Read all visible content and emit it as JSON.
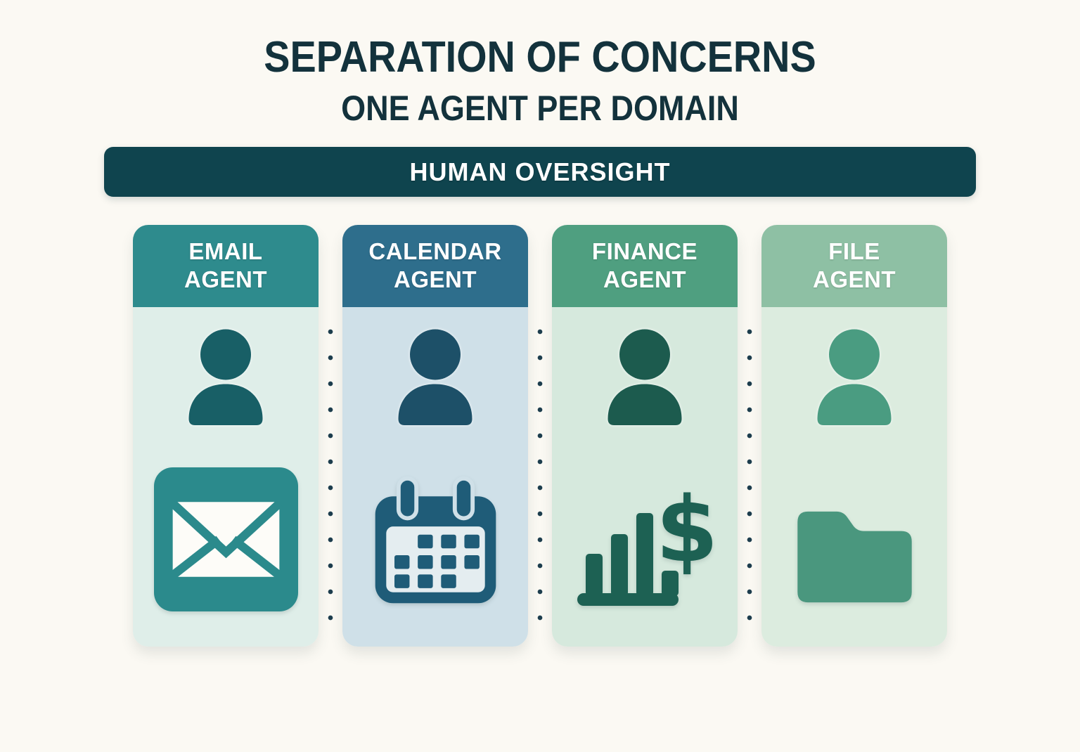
{
  "title": "SEPARATION OF CONCERNS",
  "subtitle": "ONE AGENT PER DOMAIN",
  "oversight": {
    "label": "HUMAN OVERSIGHT"
  },
  "colors": {
    "background": "#fbf9f3",
    "title_text": "#13323c",
    "oversight_bg": "#0f444e",
    "oversight_text": "#ffffff",
    "dot_separator": "#1c3d4d"
  },
  "agents": [
    {
      "label_line1": "EMAIL",
      "label_line2": "AGENT",
      "icon": "envelope-icon",
      "header_bg": "#2e8b8d",
      "body_bg": "#dfeee9",
      "person_color": "#185f66",
      "icon_color": "#2b8a8c"
    },
    {
      "label_line1": "CALENDAR",
      "label_line2": "AGENT",
      "icon": "calendar-icon",
      "header_bg": "#2e6e8c",
      "body_bg": "#cfe0e8",
      "person_color": "#1d5068",
      "icon_color": "#1f5c78"
    },
    {
      "label_line1": "FINANCE",
      "label_line2": "AGENT",
      "icon": "bar-chart-dollar-icon",
      "header_bg": "#4f9f80",
      "body_bg": "#d6e9dd",
      "person_color": "#1c5b4e",
      "icon_color": "#1d6153"
    },
    {
      "label_line1": "FILE",
      "label_line2": "AGENT",
      "icon": "folder-icon",
      "header_bg": "#8ec0a4",
      "body_bg": "#dcecdf",
      "person_color": "#4a9c81",
      "icon_color": "#4a977e"
    }
  ]
}
